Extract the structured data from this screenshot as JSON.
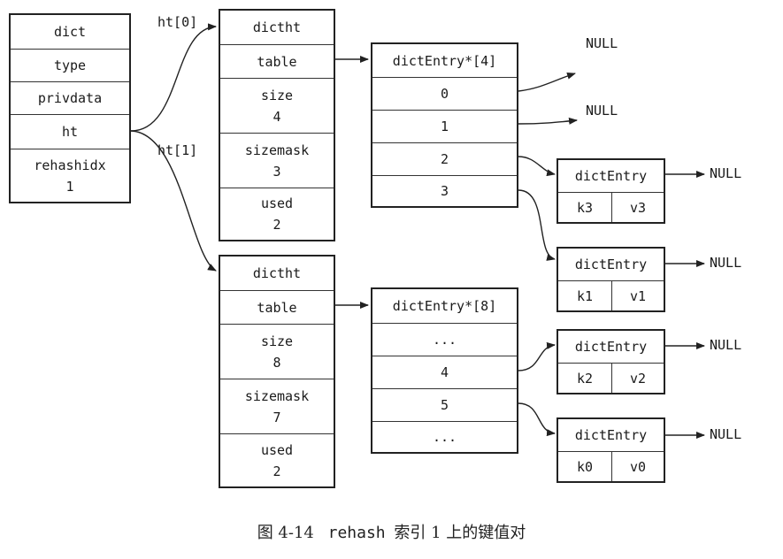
{
  "dict": {
    "fields": [
      {
        "name": "dict"
      },
      {
        "name": "type"
      },
      {
        "name": "privdata"
      },
      {
        "name": "ht"
      },
      {
        "name": "rehashidx",
        "value": "1"
      }
    ]
  },
  "labels": {
    "ht0": "ht[0]",
    "ht1": "ht[1]"
  },
  "ht0": {
    "header": "dictht",
    "table": "table",
    "size_label": "size",
    "size_value": "4",
    "sizemask_label": "sizemask",
    "sizemask_value": "3",
    "used_label": "used",
    "used_value": "2"
  },
  "ht1": {
    "header": "dictht",
    "table": "table",
    "size_label": "size",
    "size_value": "8",
    "sizemask_label": "sizemask",
    "sizemask_value": "7",
    "used_label": "used",
    "used_value": "2"
  },
  "table0": {
    "header": "dictEntry*[4]",
    "slots": [
      "0",
      "1",
      "2",
      "3"
    ]
  },
  "table1": {
    "header": "dictEntry*[8]",
    "slots": [
      "...",
      "4",
      "5",
      "..."
    ]
  },
  "null_text": "NULL",
  "entries": [
    {
      "header": "dictEntry",
      "key": "k3",
      "value": "v3"
    },
    {
      "header": "dictEntry",
      "key": "k1",
      "value": "v1"
    },
    {
      "header": "dictEntry",
      "key": "k2",
      "value": "v2"
    },
    {
      "header": "dictEntry",
      "key": "k0",
      "value": "v0"
    }
  ],
  "caption": {
    "figure_no": "图 4-14",
    "code": "rehash",
    "text": "索引 1 上的键值对"
  }
}
